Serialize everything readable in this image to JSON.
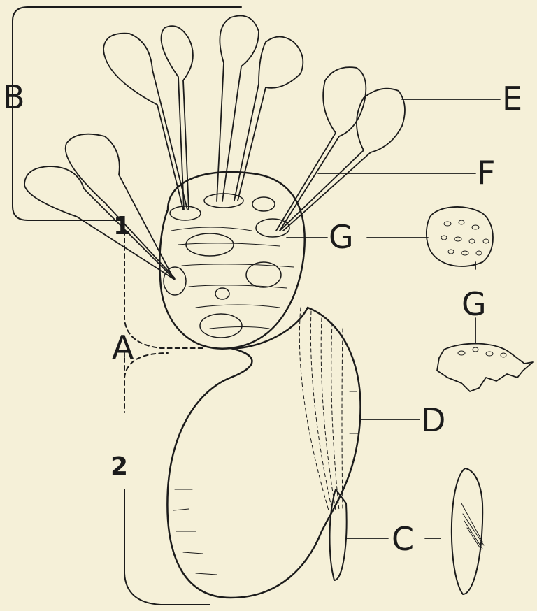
{
  "labels": {
    "A": "A",
    "B": "B",
    "C": "C",
    "D": "D",
    "E": "E",
    "F": "F",
    "G1": "G",
    "G2": "G",
    "n1": "1",
    "n2": "2"
  },
  "colors": {
    "background": "#f5f0d8",
    "ink": "#1b1b1b"
  }
}
